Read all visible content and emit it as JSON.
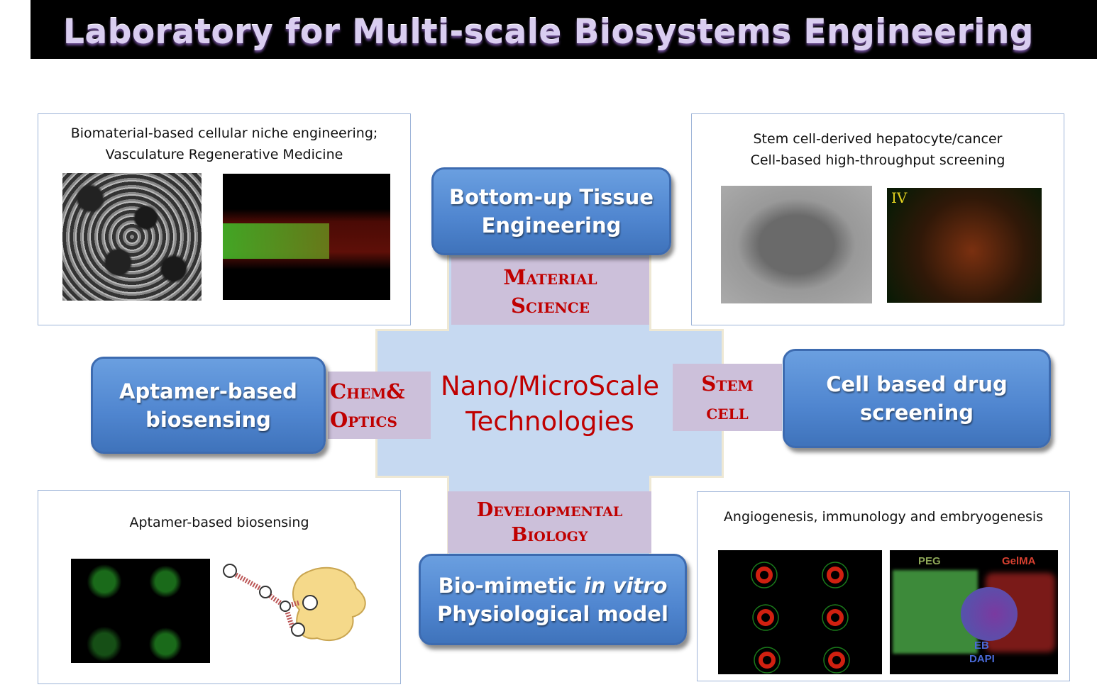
{
  "header": {
    "title": "Laboratory for  Multi-scale Biosystems Engineering"
  },
  "panels": {
    "top_left": {
      "line1": "Biomaterial-based cellular niche engineering;",
      "line2": "Vasculature Regenerative  Medicine"
    },
    "top_right": {
      "line1": "Stem cell-derived hepatocyte/cancer",
      "line2": "Cell-based high-throughput screening",
      "image_label": "IV"
    },
    "bottom_left": {
      "line1": "Aptamer-based biosensing"
    },
    "bottom_right": {
      "line1": "Angiogenesis, immunology and embryogenesis",
      "labels": {
        "peg": "PEG",
        "gelma": "GelMA",
        "eb": "EB",
        "dapi": "DAPI"
      }
    }
  },
  "center": {
    "line1": "Nano/MicroScale",
    "line2": "Technologies"
  },
  "labels": {
    "material": [
      "Material",
      "Science"
    ],
    "chem": [
      "Chem&",
      "Optics"
    ],
    "stem": [
      "Stem",
      "cell"
    ],
    "dev": [
      "Developmental",
      "Biology"
    ]
  },
  "buttons": {
    "bottom_up": [
      "Bottom-up Tissue",
      "Engineering"
    ],
    "aptamer": [
      "Aptamer-based",
      "biosensing"
    ],
    "cell_drug": [
      "Cell based drug",
      "screening"
    ],
    "biomimetic": {
      "pre": "Bio-mimetic ",
      "italic": "in vitro",
      "line2": "Physiological  model"
    }
  }
}
